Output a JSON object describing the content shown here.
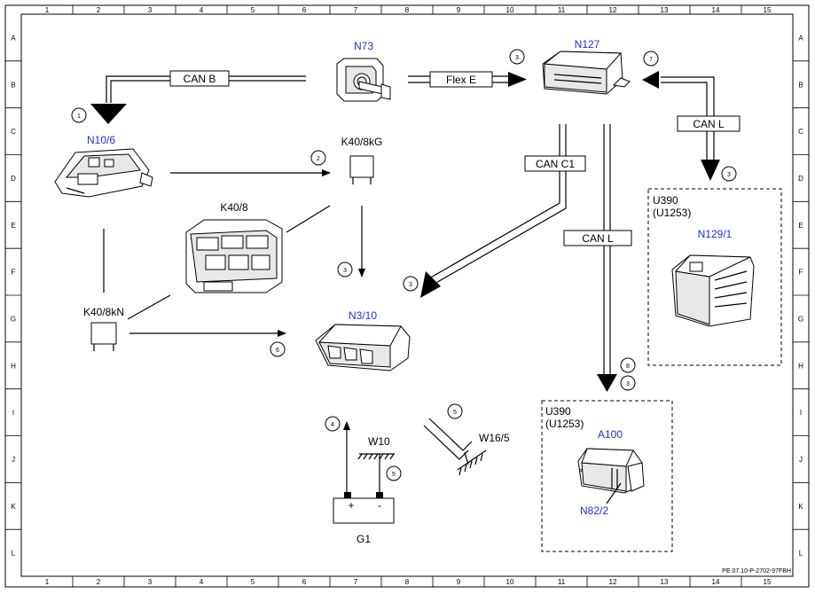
{
  "grid": {
    "columns": [
      "1",
      "2",
      "3",
      "4",
      "5",
      "6",
      "7",
      "8",
      "9",
      "10",
      "11",
      "12",
      "13",
      "14",
      "15"
    ],
    "rows": [
      "A",
      "B",
      "C",
      "D",
      "E",
      "F",
      "G",
      "H",
      "I",
      "J",
      "K",
      "L"
    ]
  },
  "components": {
    "n73": "N73",
    "n127": "N127",
    "n10_6": "N10/6",
    "k40_8kg": "K40/8kG",
    "k40_8": "K40/8",
    "k40_8kn": "K40/8kN",
    "n3_10": "N3/10",
    "n129_1": "N129/1",
    "a100": "A100",
    "n82_2": "N82/2",
    "g1": "G1",
    "w10": "W10",
    "w16_5": "W16/5"
  },
  "buses": {
    "can_b": "CAN B",
    "flex_e": "Flex E",
    "can_c1": "CAN C1",
    "can_l_a": "CAN L",
    "can_l_b": "CAN L"
  },
  "groups": {
    "u390_a_line1": "U390",
    "u390_a_line2": "(U1253)",
    "u390_b_line1": "U390",
    "u390_b_line2": "(U1253)"
  },
  "battery": {
    "plus": "+",
    "minus": "-"
  },
  "callouts": {
    "c1": "1",
    "c2": "2",
    "c3_n127": "3",
    "c7": "7",
    "c3_canl": "3",
    "c3_k40": "3",
    "c3_can_c1": "3",
    "c6": "6",
    "c8": "8",
    "c3_a100": "3",
    "c4": "4",
    "c5_w10": "5",
    "c5_w16": "5"
  },
  "reference": "PE 07.10-P-2702-97FBH"
}
